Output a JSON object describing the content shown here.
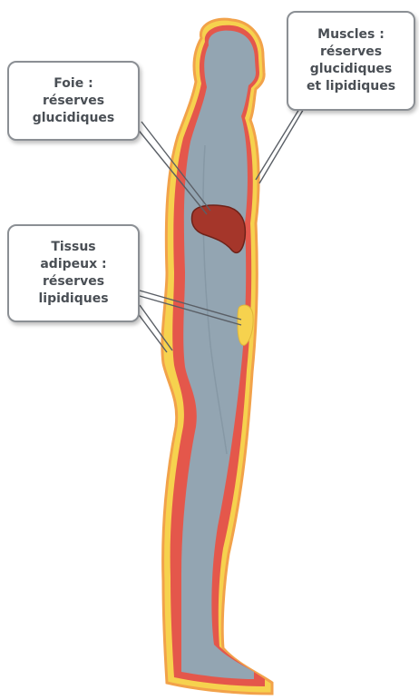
{
  "callouts": {
    "liver": {
      "lines": [
        "Foie :",
        "réserves",
        "glucidiques"
      ]
    },
    "muscles": {
      "lines": [
        "Muscles :",
        "réserves",
        "glucidiques",
        "et lipidiques"
      ]
    },
    "adipose": {
      "lines": [
        "Tissus",
        "adipeux :",
        "réserves",
        "lipidiques"
      ]
    }
  },
  "colors": {
    "fat": "#f6d24e",
    "muscle": "#e4574b",
    "body": "#93a5b2",
    "liver": "#a5362a",
    "outline": "#f2a24a",
    "leader": "#5a5f66"
  }
}
